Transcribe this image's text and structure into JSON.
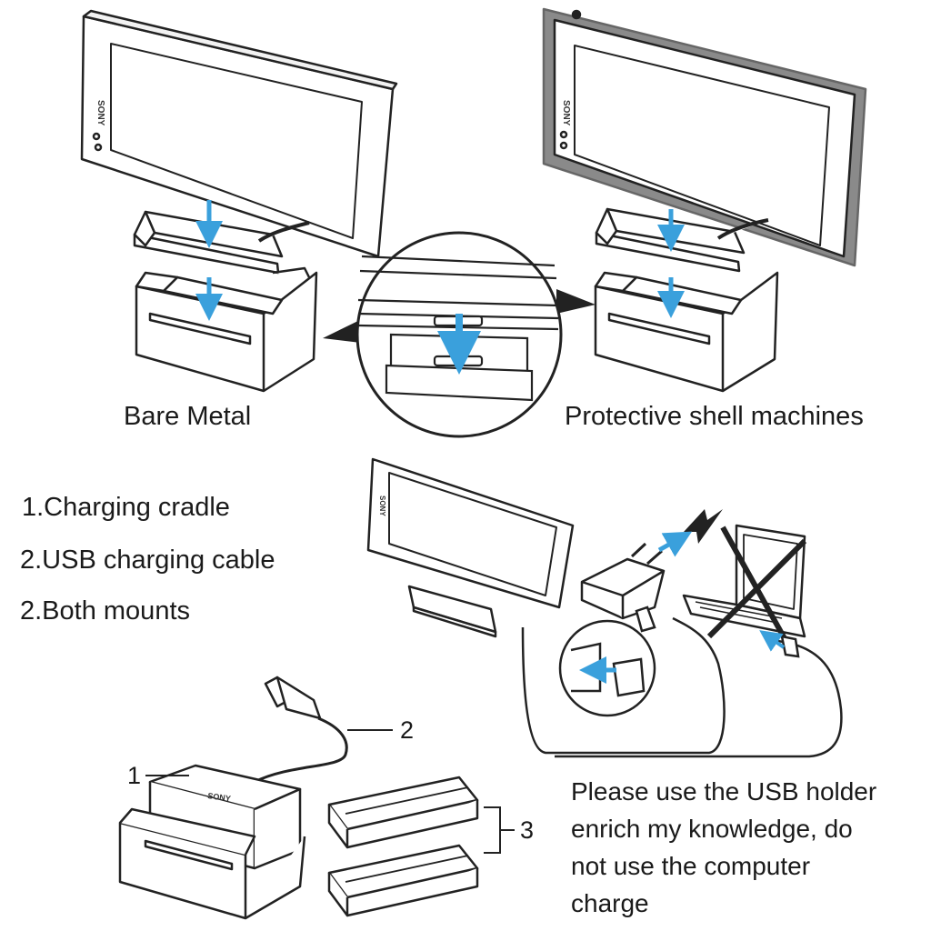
{
  "captions": {
    "bare": "Bare Metal",
    "shell": "Protective shell machines"
  },
  "contents": [
    "1.Charging cradle",
    "2.USB charging cable",
    "2.Both mounts"
  ],
  "callouts": {
    "cradle": "1",
    "cable": "2",
    "mounts": "3"
  },
  "note": {
    "line1": "Please use the USB holder",
    "line2": "enrich my knowledge, do",
    "line3": "not use the computer",
    "line4": "charge"
  },
  "brand": "SONY",
  "colors": {
    "line": "#222222",
    "arrow": "#3aa0dc",
    "shell": "#8a8a8a"
  }
}
